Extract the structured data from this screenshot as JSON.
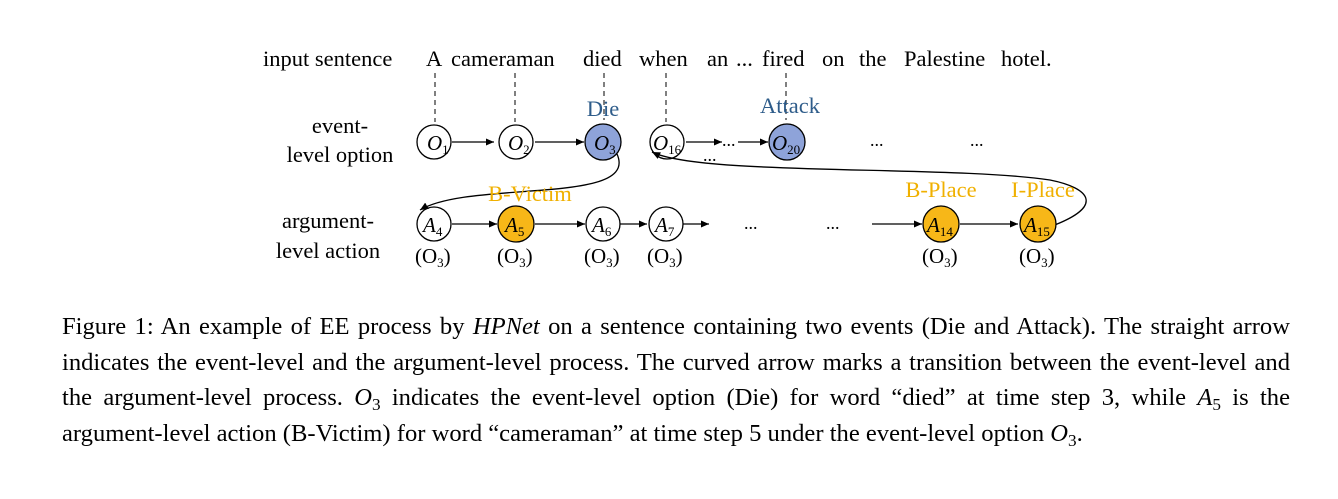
{
  "figure": {
    "input_label": "input sentence",
    "words": [
      "A",
      "cameraman",
      "died",
      "when",
      "an",
      "...",
      "fired",
      "on",
      "the",
      "Palestine",
      "hotel."
    ],
    "event_row_label": [
      "event-",
      "level option"
    ],
    "argument_row_label": [
      "argument-",
      "level action"
    ],
    "event_nodes": [
      {
        "base": "O",
        "sub": "1",
        "fill": "none"
      },
      {
        "base": "O",
        "sub": "2",
        "fill": "none"
      },
      {
        "base": "O",
        "sub": "3",
        "fill": "#8ea3d9"
      },
      {
        "base": "O",
        "sub": "16",
        "fill": "none"
      },
      {
        "base": "O",
        "sub": "20",
        "fill": "#8ea3d9"
      }
    ],
    "event_tags": [
      "Die",
      "Attack"
    ],
    "argument_nodes": [
      {
        "base": "A",
        "sub": "4",
        "fill": "none"
      },
      {
        "base": "A",
        "sub": "5",
        "fill": "#f7b718"
      },
      {
        "base": "A",
        "sub": "6",
        "fill": "none"
      },
      {
        "base": "A",
        "sub": "7",
        "fill": "none"
      },
      {
        "base": "A",
        "sub": "14",
        "fill": "#f7b718"
      },
      {
        "base": "A",
        "sub": "15",
        "fill": "#f7b718"
      }
    ],
    "argument_tags": [
      "B-Victim",
      "B-Place",
      "I-Place"
    ],
    "option_note": {
      "base": "(O",
      "sub": "3",
      "end": ")"
    },
    "ellipsis": "...",
    "colors": {
      "event_tag": "#2e5c8a",
      "argument_tag": "#f0b000",
      "event_fill": "#8ea3d9",
      "argument_fill": "#f7b718"
    }
  },
  "caption": {
    "intro": "Figure 1: An example of EE process by ",
    "model": "HPNet",
    "s1": " on a sentence containing two events (Die and Attack). The straight arrow indicates the event-level and the argument-level process. The curved arrow marks a transition between the event-level and the argument-level process. ",
    "o_base": "O",
    "o_sub": "3",
    "s2": " indicates the event-level option (Die) for word “died” at time step 3, while ",
    "a_base": "A",
    "a_sub": "5",
    "s3": " is the argument-level action (B-Victim) for word “cameraman” at time step 5 under the event-level option ",
    "o2_base": "O",
    "o2_sub": "3",
    "end": "."
  }
}
